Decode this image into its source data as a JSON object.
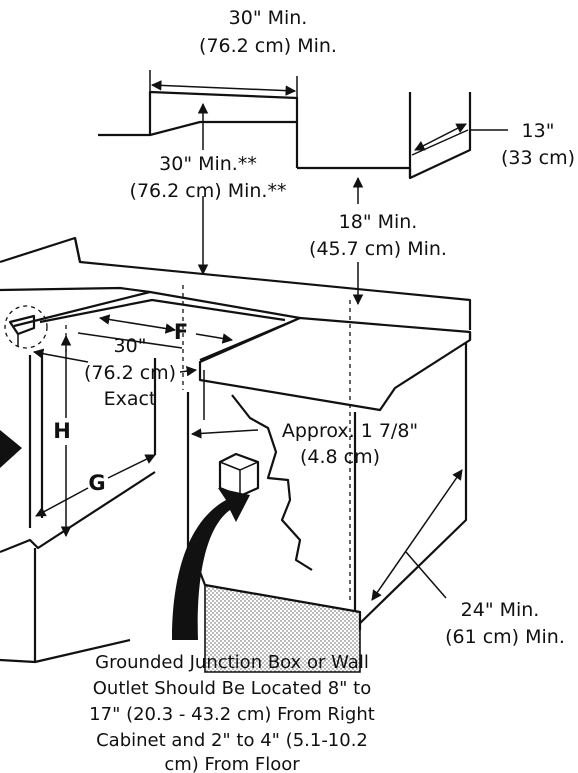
{
  "labels": {
    "upper_cab_width_in": "30\" Min.",
    "upper_cab_width_cm": "(76.2 cm) Min.",
    "upper_cab_depth_in": "13\"",
    "upper_cab_depth_cm": "(33 cm)",
    "clearance_above_in": "30\" Min.**",
    "clearance_above_cm": "(76.2 cm) Min.**",
    "side_clearance_in": "18\" Min.",
    "side_clearance_cm": "(45.7 cm) Min.",
    "cutout_width_in": "30\"",
    "cutout_width_cm": "(76.2 cm)",
    "cutout_width_note": "Exact",
    "setback_in": "Approx. 1 7/8\"",
    "setback_cm": "(4.8 cm)",
    "counter_depth_in": "24\" Min.",
    "counter_depth_cm": "(61 cm) Min.",
    "letter_f": "F",
    "letter_g": "G",
    "letter_h": "H"
  },
  "note_lines": [
    "Grounded Junction Box or Wall",
    "Outlet Should Be Located 8\" to",
    "17\" (20.3 - 43.2 cm) From Right",
    "Cabinet and 2\" to 4\" (5.1-10.2",
    "cm) From Floor"
  ]
}
